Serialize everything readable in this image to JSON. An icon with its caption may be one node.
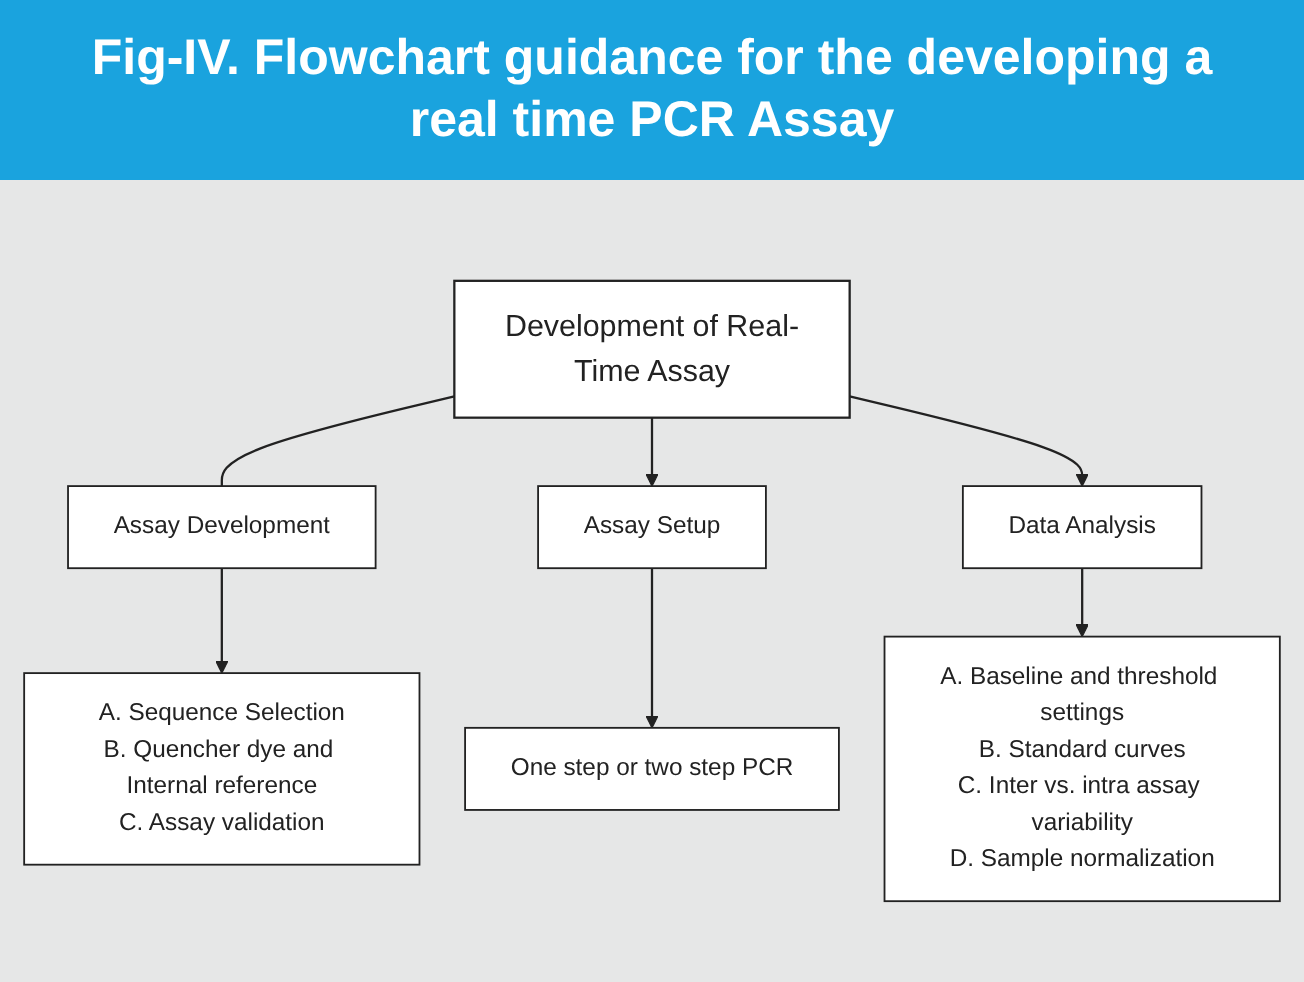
{
  "diagram": {
    "title": "Fig-IV. Flowchart guidance for the developing a real time PCR Assay",
    "nodes": [
      {
        "text": [
          "Development of Real-Time Assay"
        ]
      },
      {
        "text": [
          "Assay Development"
        ]
      },
      {
        "text": [
          "Assay Setup"
        ]
      },
      {
        "text": [
          "Data Analysis"
        ]
      },
      {
        "text": [
          "A. Sequence Selection",
          "B. Quencher dye and Internal reference",
          "C. Assay validation"
        ]
      },
      {
        "text": [
          "One step or two step PCR"
        ]
      },
      {
        "text": [
          "A. Baseline and threshold settings",
          "B. Standard curves",
          "C. Inter vs. intra assay variability",
          "D. Sample normalization"
        ]
      }
    ],
    "edges": [
      {
        "from": 0,
        "to": 1,
        "arrow": "none"
      },
      {
        "from": 0,
        "to": 2,
        "arrow": "to"
      },
      {
        "from": 0,
        "to": 3,
        "arrow": "to"
      },
      {
        "from": 1,
        "to": 4,
        "arrow": "to"
      },
      {
        "from": 2,
        "to": 5,
        "arrow": "to"
      },
      {
        "from": 3,
        "to": 6,
        "arrow": "to"
      }
    ]
  }
}
